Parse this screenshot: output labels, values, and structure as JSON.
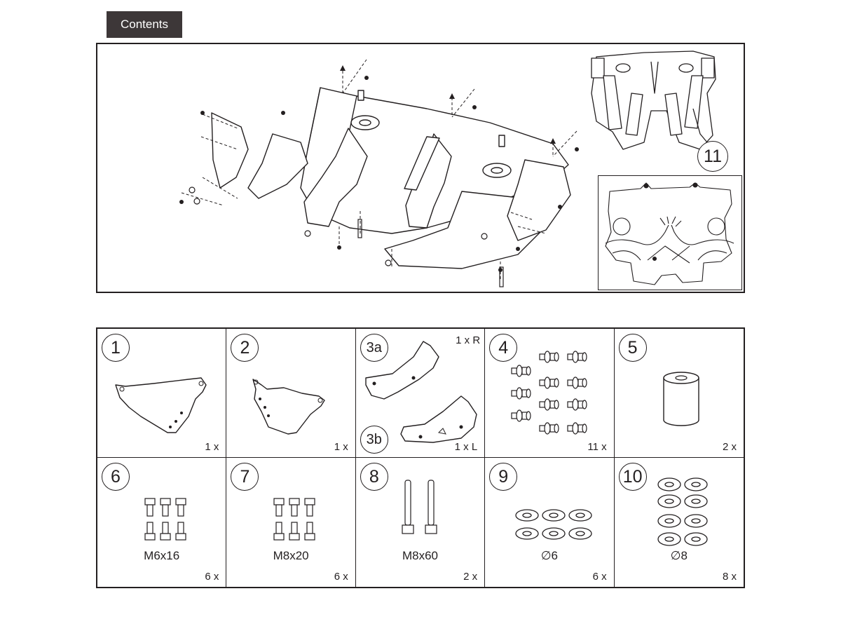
{
  "header": {
    "tab_label": "Contents"
  },
  "diagram": {
    "callout_label": "11"
  },
  "parts": [
    {
      "number": "1",
      "qty": "1 x",
      "spec": ""
    },
    {
      "number": "2",
      "qty": "1 x",
      "spec": ""
    },
    {
      "number": "3a",
      "number_b": "3b",
      "qty": "1 x R",
      "qty_b": "1 x L",
      "spec": ""
    },
    {
      "number": "4",
      "qty": "11 x",
      "spec": ""
    },
    {
      "number": "5",
      "qty": "2 x",
      "spec": ""
    },
    {
      "number": "6",
      "qty": "6 x",
      "spec": "M6x16"
    },
    {
      "number": "7",
      "qty": "6 x",
      "spec": "M8x20"
    },
    {
      "number": "8",
      "qty": "2 x",
      "spec": "M8x60"
    },
    {
      "number": "9",
      "qty": "6 x",
      "spec": "∅6"
    },
    {
      "number": "10",
      "qty": "8 x",
      "spec": "∅8"
    }
  ]
}
